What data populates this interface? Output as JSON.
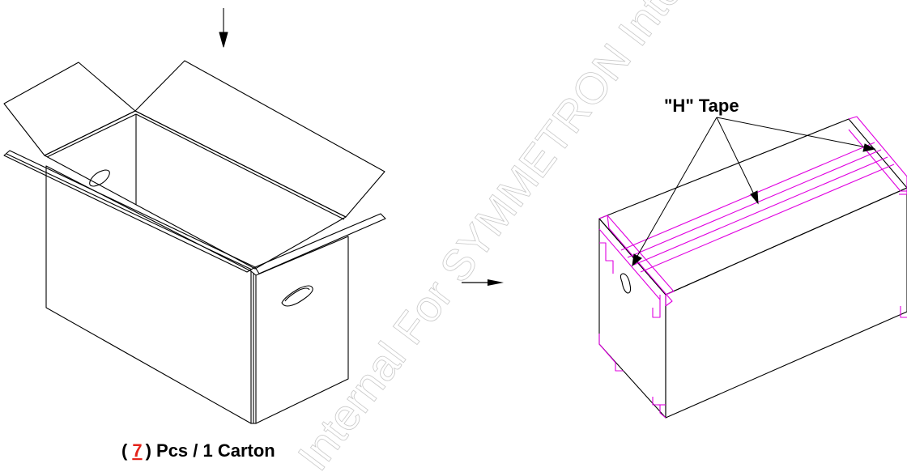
{
  "caption": {
    "open_paren": "(",
    "quantity": "7",
    "rest": ") Pcs / 1 Carton"
  },
  "tape_label": "\"H\" Tape",
  "watermark": "Internal For SYMMETRON Internal Use",
  "colors": {
    "line": "#000000",
    "tape": "#e000e0",
    "quantity": "#e3241b",
    "watermark": "#c9c9c9"
  }
}
